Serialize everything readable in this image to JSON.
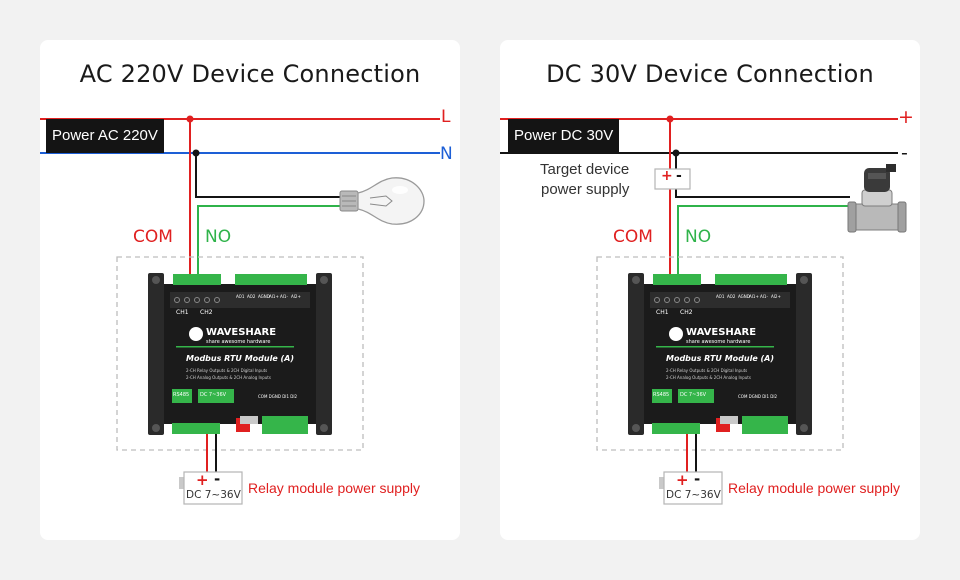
{
  "colors": {
    "red": "#e02020",
    "blue": "#1d5fd6",
    "green": "#2fb34a",
    "black": "#141414",
    "module": "#1b1b1b",
    "terminal": "#35b54a"
  },
  "left": {
    "title": "AC 220V Device Connection",
    "power_label": "Power AC 220V",
    "line_l": "L",
    "line_n": "N",
    "com": "COM",
    "no": "NO",
    "supply_plus": "+",
    "supply_minus": "-",
    "supply_voltage": "DC 7~36V",
    "supply_label": "Relay module power supply",
    "device_icon": "light-bulb-icon"
  },
  "right": {
    "title": "DC 30V Device Connection",
    "power_label": "Power DC 30V",
    "line_plus": "+",
    "line_minus": "-",
    "target_label_1": "Target device",
    "target_label_2": "power supply",
    "target_plus": "+",
    "target_minus": "-",
    "com": "COM",
    "no": "NO",
    "supply_plus": "+",
    "supply_minus": "-",
    "supply_voltage": "DC 7~36V",
    "supply_label": "Relay module power supply",
    "device_icon": "solenoid-valve-icon"
  },
  "module": {
    "brand": "WAVESHARE",
    "tagline": "share awesome hardware",
    "name": "Modbus RTU Module (A)",
    "desc_1": "2-CH Relay Outputs & 2CH Digital Inputs",
    "desc_2": "2-CH Analog Outputs & 2CH Analog Inputs",
    "ch1": "CH1",
    "ch2": "CH2",
    "top_pins": [
      "AO1",
      "AO2",
      "AGND",
      "AI1+",
      "AI1-",
      "AI2+"
    ],
    "rs485": "RS485",
    "dc_in": "DC 7~36V",
    "bottom_pins": "COM DGND DI1 DI2"
  }
}
